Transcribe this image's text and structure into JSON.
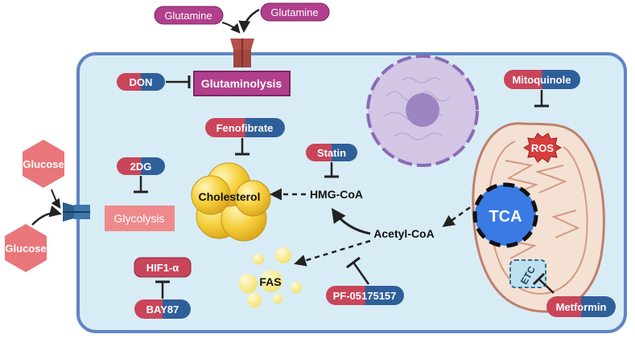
{
  "labels": {
    "glutamine_1": "Glutamine",
    "glutamine_2": "Glutamine",
    "glutaminolysis": "Glutaminolysis",
    "don": "DON",
    "glucose_1": "Glucose",
    "glucose_2": "Glucose",
    "twodg": "2DG",
    "glycolysis": "Glycolysis",
    "fenofibrate": "Fenofibrate",
    "cholesterol": "Cholesterol",
    "statin": "Statin",
    "hmg_coa": "HMG-CoA",
    "acetyl_coa": "Acetyl-CoA",
    "fas": "FAS",
    "pf": "PF-05175157",
    "hif1a": "HIF1-α",
    "bay87": "BAY87",
    "mitoquinole": "Mitoquinole",
    "ros": "ROS",
    "tca": "TCA",
    "etc": "ETC",
    "metformin": "Metformin"
  },
  "colors": {
    "cell_fill": "#d8ecf6",
    "cell_border": "#5f86c4",
    "pill_red": "#c9455a",
    "pill_blue": "#2f5f99",
    "glutamine": "#b13f8c",
    "glucose": "#e8767a",
    "transporter_red": "#b5504a",
    "transporter_blue": "#2d5f8e",
    "nucleus": "#d2c6e4",
    "nucleus_border": "#8a6ab5",
    "mito": "#f4e1d3",
    "mito_border": "#c0806b",
    "tca": "#3a7be3",
    "ros": "#d93c3c",
    "lipid": "#f5cf3a"
  }
}
